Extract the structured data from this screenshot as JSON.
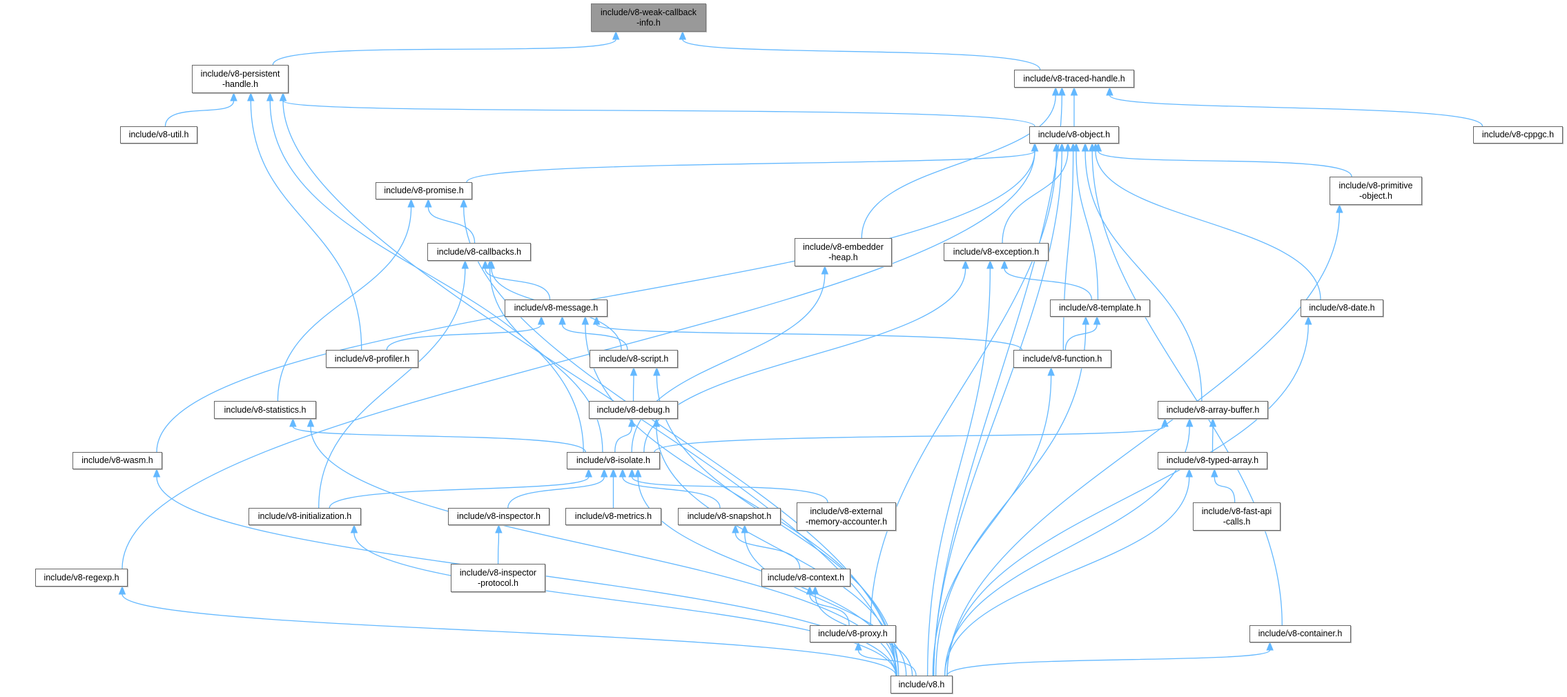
{
  "title": "include/v8-weak-callback-info.h include dependency graph",
  "colors": {
    "edge": "#63b8ff",
    "node_border": "#666666",
    "root_fill": "#999999",
    "node_fill": "#ffffff"
  },
  "nodes": [
    {
      "id": "weak",
      "label": "include/v8-weak-callback\n-info.h",
      "root": true
    },
    {
      "id": "persistent",
      "label": "include/v8-persistent\n-handle.h"
    },
    {
      "id": "traced",
      "label": "include/v8-traced-handle.h"
    },
    {
      "id": "util",
      "label": "include/v8-util.h"
    },
    {
      "id": "object",
      "label": "include/v8-object.h"
    },
    {
      "id": "cppgc",
      "label": "include/v8-cppgc.h"
    },
    {
      "id": "primitive",
      "label": "include/v8-primitive\n-object.h"
    },
    {
      "id": "promise",
      "label": "include/v8-promise.h"
    },
    {
      "id": "callbacks",
      "label": "include/v8-callbacks.h"
    },
    {
      "id": "embedder",
      "label": "include/v8-embedder\n-heap.h"
    },
    {
      "id": "exception",
      "label": "include/v8-exception.h"
    },
    {
      "id": "message",
      "label": "include/v8-message.h"
    },
    {
      "id": "template",
      "label": "include/v8-template.h"
    },
    {
      "id": "date",
      "label": "include/v8-date.h"
    },
    {
      "id": "profiler",
      "label": "include/v8-profiler.h"
    },
    {
      "id": "script",
      "label": "include/v8-script.h"
    },
    {
      "id": "function",
      "label": "include/v8-function.h"
    },
    {
      "id": "statistics",
      "label": "include/v8-statistics.h"
    },
    {
      "id": "debug",
      "label": "include/v8-debug.h"
    },
    {
      "id": "arraybuffer",
      "label": "include/v8-array-buffer.h"
    },
    {
      "id": "wasm",
      "label": "include/v8-wasm.h"
    },
    {
      "id": "isolate",
      "label": "include/v8-isolate.h"
    },
    {
      "id": "typed",
      "label": "include/v8-typed-array.h"
    },
    {
      "id": "initialization",
      "label": "include/v8-initialization.h"
    },
    {
      "id": "inspector",
      "label": "include/v8-inspector.h"
    },
    {
      "id": "metrics",
      "label": "include/v8-metrics.h"
    },
    {
      "id": "snapshot",
      "label": "include/v8-snapshot.h"
    },
    {
      "id": "external",
      "label": "include/v8-external\n-memory-accounter.h"
    },
    {
      "id": "fastapi",
      "label": "include/v8-fast-api\n-calls.h"
    },
    {
      "id": "protocol",
      "label": "include/v8-inspector\n-protocol.h"
    },
    {
      "id": "regexp",
      "label": "include/v8-regexp.h"
    },
    {
      "id": "context",
      "label": "include/v8-context.h"
    },
    {
      "id": "proxy",
      "label": "include/v8-proxy.h"
    },
    {
      "id": "container",
      "label": "include/v8-container.h"
    },
    {
      "id": "v8",
      "label": "include/v8.h"
    }
  ],
  "edges": [
    [
      "persistent",
      "weak"
    ],
    [
      "traced",
      "weak"
    ],
    [
      "util",
      "persistent"
    ],
    [
      "object",
      "persistent"
    ],
    [
      "isolate",
      "persistent"
    ],
    [
      "profiler",
      "persistent"
    ],
    [
      "v8",
      "persistent"
    ],
    [
      "object",
      "traced"
    ],
    [
      "embedder",
      "traced"
    ],
    [
      "cppgc",
      "traced"
    ],
    [
      "v8",
      "traced"
    ],
    [
      "promise",
      "object"
    ],
    [
      "wasm",
      "object"
    ],
    [
      "regexp",
      "object"
    ],
    [
      "exception",
      "object"
    ],
    [
      "function",
      "object"
    ],
    [
      "template",
      "object"
    ],
    [
      "proxy",
      "object"
    ],
    [
      "v8",
      "object"
    ],
    [
      "arraybuffer",
      "object"
    ],
    [
      "container",
      "object"
    ],
    [
      "date",
      "object"
    ],
    [
      "primitive",
      "object"
    ],
    [
      "callbacks",
      "promise"
    ],
    [
      "statistics",
      "promise"
    ],
    [
      "v8",
      "promise"
    ],
    [
      "message",
      "callbacks"
    ],
    [
      "script",
      "callbacks"
    ],
    [
      "isolate",
      "callbacks"
    ],
    [
      "initialization",
      "callbacks"
    ],
    [
      "profiler",
      "message"
    ],
    [
      "script",
      "message"
    ],
    [
      "function",
      "message"
    ],
    [
      "v8",
      "message"
    ],
    [
      "isolate",
      "embedder"
    ],
    [
      "isolate",
      "exception"
    ],
    [
      "template",
      "exception"
    ],
    [
      "v8",
      "exception"
    ],
    [
      "function",
      "template"
    ],
    [
      "v8",
      "template"
    ],
    [
      "v8",
      "function"
    ],
    [
      "v8",
      "date"
    ],
    [
      "v8",
      "primitive"
    ],
    [
      "debug",
      "script"
    ],
    [
      "v8",
      "script"
    ],
    [
      "isolate",
      "debug"
    ],
    [
      "v8",
      "debug"
    ],
    [
      "isolate",
      "statistics"
    ],
    [
      "v8",
      "statistics"
    ],
    [
      "isolate",
      "arraybuffer"
    ],
    [
      "typed",
      "arraybuffer"
    ],
    [
      "v8",
      "arraybuffer"
    ],
    [
      "fastapi",
      "typed"
    ],
    [
      "v8",
      "typed"
    ],
    [
      "v8",
      "wasm"
    ],
    [
      "v8",
      "regexp"
    ],
    [
      "initialization",
      "isolate"
    ],
    [
      "inspector",
      "isolate"
    ],
    [
      "metrics",
      "isolate"
    ],
    [
      "snapshot",
      "isolate"
    ],
    [
      "external",
      "isolate"
    ],
    [
      "v8",
      "isolate"
    ],
    [
      "protocol",
      "inspector"
    ],
    [
      "v8",
      "initialization"
    ],
    [
      "context",
      "snapshot"
    ],
    [
      "v8",
      "snapshot"
    ],
    [
      "proxy",
      "context"
    ],
    [
      "v8",
      "context"
    ],
    [
      "v8",
      "proxy"
    ],
    [
      "v8",
      "container"
    ]
  ]
}
